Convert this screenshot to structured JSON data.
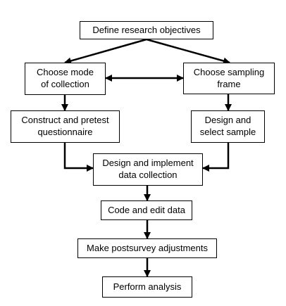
{
  "diagram": {
    "nodes": [
      {
        "id": "define",
        "label": "Define research objectives"
      },
      {
        "id": "mode",
        "label": "Choose mode\nof collection"
      },
      {
        "id": "frame",
        "label": "Choose sampling\nframe"
      },
      {
        "id": "questionnaire",
        "label": "Construct and pretest\nquestionnaire"
      },
      {
        "id": "sample",
        "label": "Design and\nselect sample"
      },
      {
        "id": "collection",
        "label": "Design and implement\ndata collection"
      },
      {
        "id": "code",
        "label": "Code and edit data"
      },
      {
        "id": "adjust",
        "label": "Make postsurvey adjustments"
      },
      {
        "id": "analysis",
        "label": "Perform analysis"
      }
    ],
    "edges": [
      {
        "from": "define",
        "to": "mode"
      },
      {
        "from": "define",
        "to": "frame"
      },
      {
        "from": "mode",
        "to": "frame",
        "bidirectional": true
      },
      {
        "from": "mode",
        "to": "questionnaire"
      },
      {
        "from": "frame",
        "to": "sample"
      },
      {
        "from": "questionnaire",
        "to": "collection"
      },
      {
        "from": "sample",
        "to": "collection"
      },
      {
        "from": "collection",
        "to": "code"
      },
      {
        "from": "code",
        "to": "adjust"
      },
      {
        "from": "adjust",
        "to": "analysis"
      }
    ]
  }
}
